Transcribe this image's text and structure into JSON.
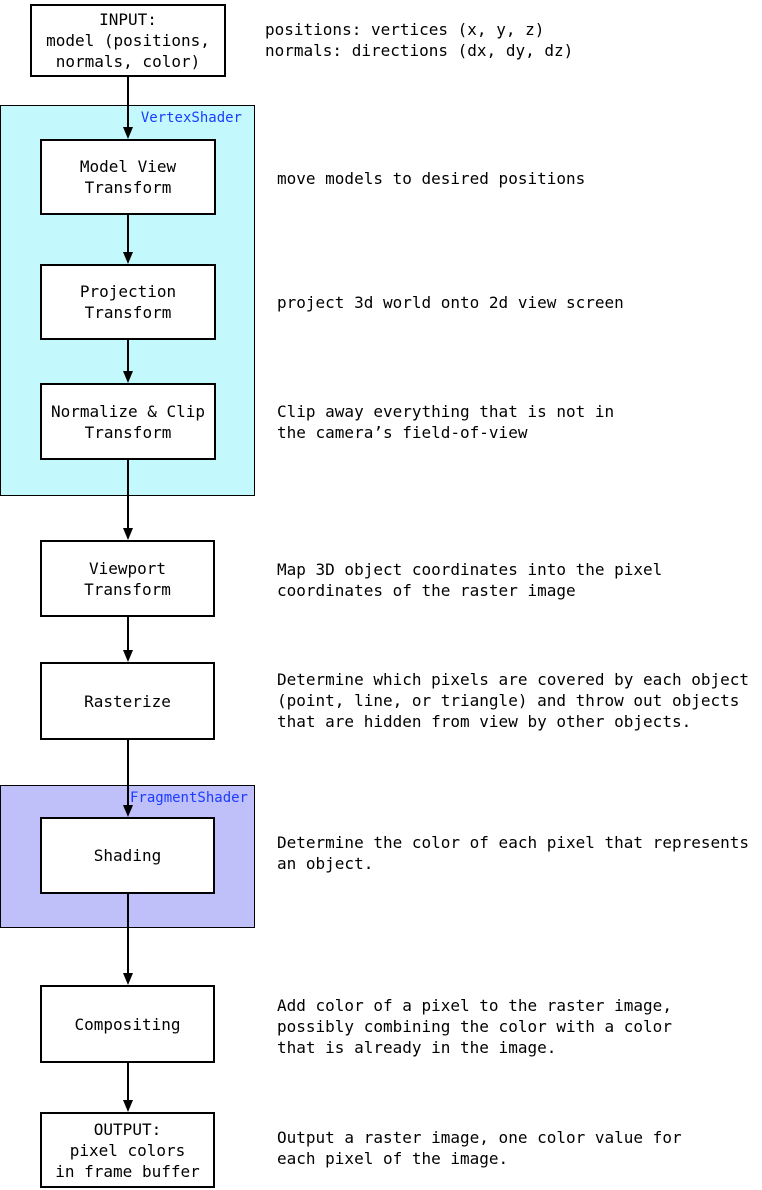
{
  "colors": {
    "vertex_shader_bg": "#c3f9fc",
    "fragment_shader_bg": "#bfbffa",
    "shader_label_text": "#1a3dff",
    "line_and_border": "#000000"
  },
  "shader_groups": {
    "vertex": "VertexShader",
    "fragment": "FragmentShader"
  },
  "stages": {
    "input": "INPUT:\nmodel (positions,\nnormals, color)",
    "model_view": "Model View\nTransform",
    "projection": "Projection\nTransform",
    "normalize_clip": "Normalize & Clip\nTransform",
    "viewport": "Viewport\nTransform",
    "rasterize": "Rasterize",
    "shading": "Shading",
    "compositing": "Compositing",
    "output": "OUTPUT:\npixel colors\nin frame buffer"
  },
  "annotations": {
    "input": "positions: vertices (x, y, z)\nnormals: directions (dx, dy, dz)",
    "model_view": "move models to desired positions",
    "projection": "project 3d world onto 2d view screen",
    "normalize_clip": "Clip away everything that is not in\nthe camera’s field-of-view",
    "viewport": "Map 3D object coordinates into the pixel\ncoordinates of the raster image",
    "rasterize": "Determine which pixels are covered by each object\n(point, line, or triangle) and throw out objects\nthat are hidden from view by other objects.",
    "shading": "Determine the color of each pixel that represents\nan object.",
    "compositing": "Add color of a pixel to the raster image,\npossibly combining the color with a color\nthat is already in the image.",
    "output": "Output a raster image, one color value for\neach pixel of the image."
  }
}
